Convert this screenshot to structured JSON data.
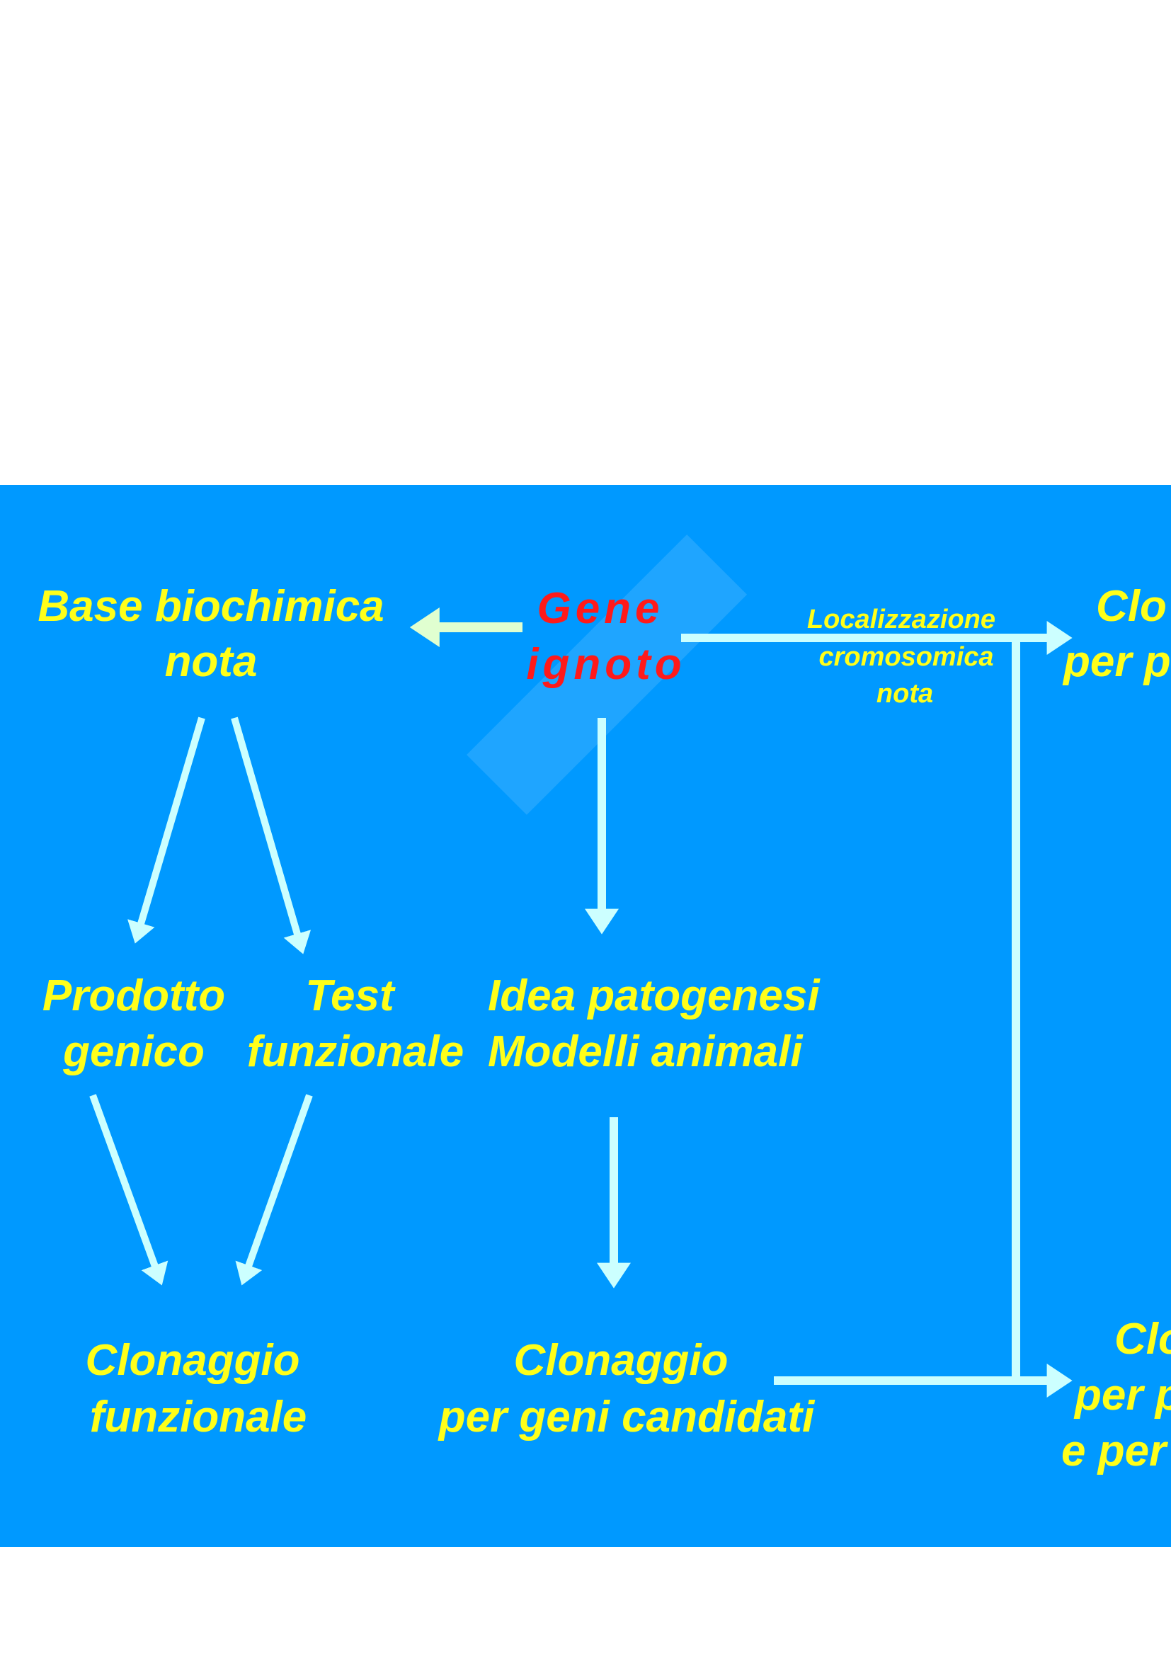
{
  "colors": {
    "background": "#0099ff",
    "text": "#ffff1a",
    "highlight": "#ff1a1a",
    "arrow": "#ccffff",
    "arrow_left": "#e0ffd0"
  },
  "nodes": {
    "base_biochimica": [
      "Base biochimica",
      "nota"
    ],
    "gene_ignoto": [
      "Gene",
      "ignoto"
    ],
    "localizzazione": [
      "Localizzazione",
      "cromosomica",
      "nota"
    ],
    "clonaggio_top_right": [
      "Clo",
      "per p"
    ],
    "prodotto_genico": [
      "Prodotto",
      "genico"
    ],
    "test_funzionale": [
      "Test",
      "funzionale"
    ],
    "idea_patogenesi": [
      "Idea patogenesi",
      "Modelli animali"
    ],
    "clonaggio_funzionale": [
      "Clonaggio",
      "funzionale"
    ],
    "clonaggio_candidati": [
      "Clonaggio",
      "per geni candidati"
    ],
    "clonaggio_bottom_right": [
      "Clo",
      "per p",
      "e per"
    ]
  }
}
